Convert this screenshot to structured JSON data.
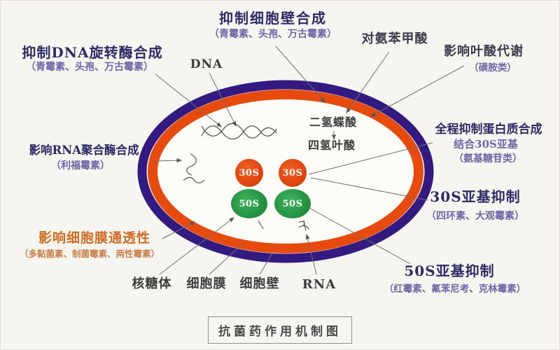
{
  "diagram_title": "抗菌药作用机制图",
  "labels": {
    "dna_gyrase": {
      "title": "抑制DNA旋转酶合成",
      "drugs": "（青霉素、头孢、万古霉素）"
    },
    "cell_wall_synthesis": {
      "title": "抑制细胞壁合成",
      "drugs": "（青霉素、头孢、万古霉素）"
    },
    "paba": {
      "title": "对氨苯甲酸"
    },
    "folate_metabolism": {
      "title": "影响叶酸代谢",
      "drugs": "（磺胺类）"
    },
    "rna_polymerase": {
      "title": "影响RNA聚合酶合成",
      "drugs": "（利福霉素）"
    },
    "membrane_permeability": {
      "title": "影响细胞膜通透性",
      "drugs": "（多黏菌素、制菌霉素、两性霉素）"
    },
    "protein_synthesis": {
      "title": "全程抑制蛋白质合成",
      "subtitle": "结合30S亚基",
      "drugs": "（氨基糖苷类）"
    },
    "subunit_30s_inhibition": {
      "title": "30S亚基抑制",
      "drugs": "（四环素、大观霉素）"
    },
    "subunit_50s_inhibition": {
      "title": "50S亚基抑制",
      "drugs": "（红霉素、氟苯尼考、克林霉素）"
    },
    "dna": "DNA",
    "dihydropteroic_acid": "二氢蝶酸",
    "tetrahydrofolic_acid": "四氢叶酸",
    "ribosome": "核糖体",
    "cell_membrane": "细胞膜",
    "cell_wall": "细胞壁",
    "rna": "RNA"
  },
  "ribosomes": {
    "s30": "30S",
    "s50": "50S"
  },
  "colors": {
    "cell_wall_ring": "#331a80",
    "cell_membrane_ring": "#e64b0d",
    "ribosome_30s": "#e2470c",
    "ribosome_50s": "#2a9a47",
    "title_navy": "#2e2a68",
    "drug_list_purple": "#6e66a8",
    "membrane_label_orange": "#d06c24",
    "background": "#f7f5ef"
  }
}
